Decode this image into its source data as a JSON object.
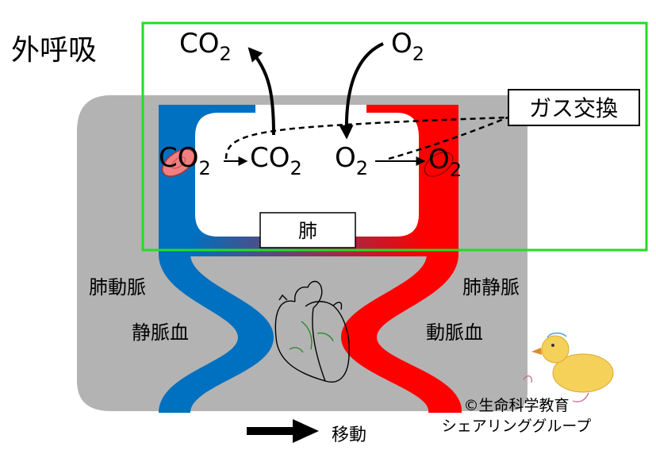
{
  "title": "外呼吸",
  "gas_exchange_label": "ガス交換",
  "lung_label": "肺",
  "left_vessel": {
    "name": "肺動脈",
    "blood": "静脈血"
  },
  "right_vessel": {
    "name": "肺静脈",
    "blood": "動脈血"
  },
  "top_co2": {
    "base": "CO",
    "sub": "2"
  },
  "top_o2": {
    "base": "O",
    "sub": "2"
  },
  "rbc_co2": {
    "base": "CO",
    "sub": "2"
  },
  "lung_co2": {
    "base": "CO",
    "sub": "2"
  },
  "lung_o2": {
    "base": "O",
    "sub": "2"
  },
  "rbc_o2": {
    "base": "O",
    "sub": "2"
  },
  "move_label": "移動",
  "credit": {
    "line1": "©生命科学教育",
    "line2": "シェアリンググループ"
  },
  "icons": [
    "heart-icon",
    "red-blood-cell-icon",
    "duck-icon",
    "arrow-icon"
  ],
  "colors": {
    "venous": "#0070c0",
    "arterial": "#ff0000",
    "body": "#b3b3b3",
    "frame": "#22dd22",
    "lung": "#ffffff",
    "rbc": "#f08080"
  }
}
